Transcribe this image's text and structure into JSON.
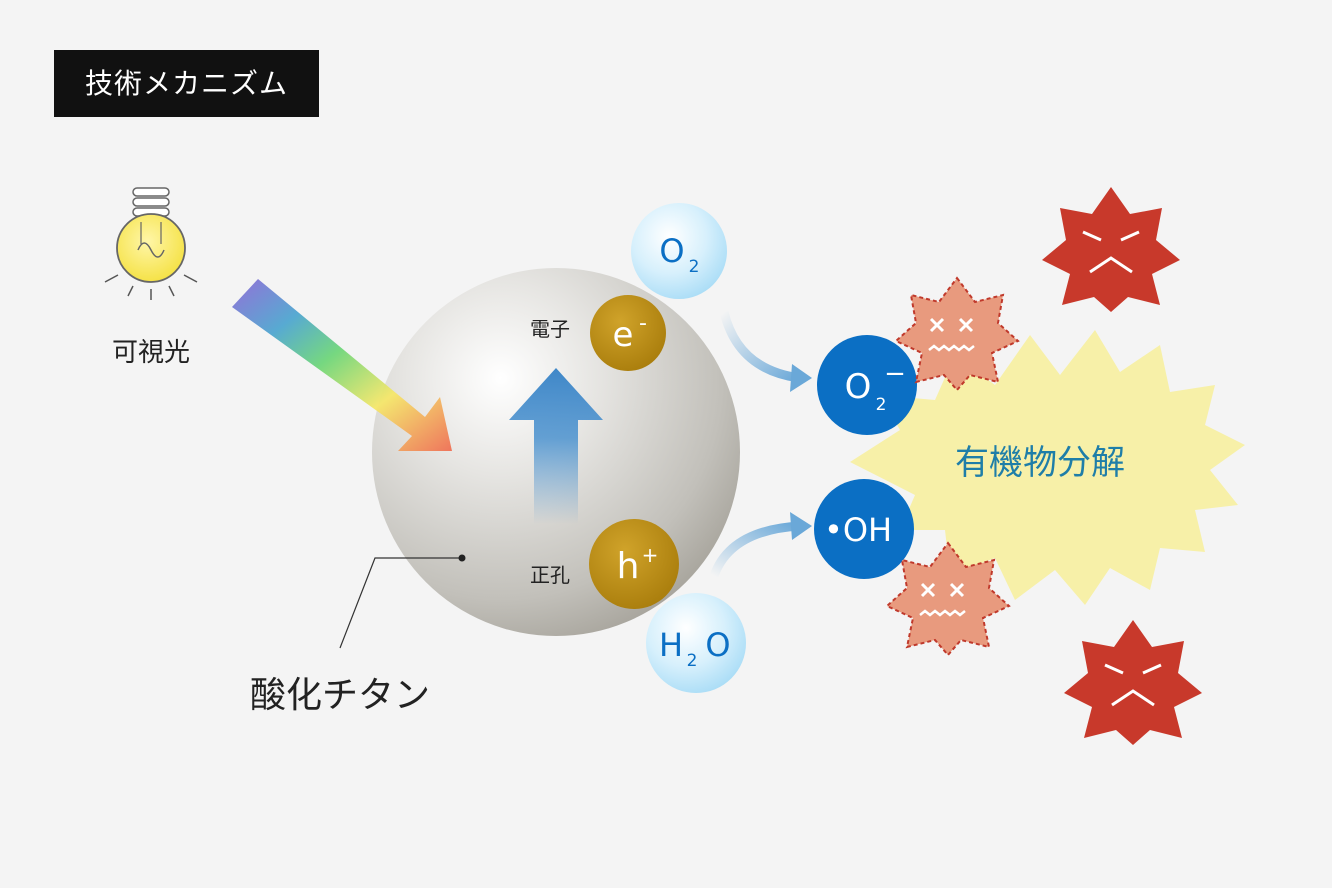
{
  "title": "技術メカニズム",
  "light_label": "可視光",
  "tio2_label": "酸化チタン",
  "electron_label": "電子",
  "hole_label": "正孔",
  "electron_symbol": "e",
  "electron_sup": "-",
  "hole_symbol": "h",
  "hole_sup": "+",
  "o2": {
    "base": "O",
    "sub": "2"
  },
  "superoxide": {
    "base": "O",
    "sub": "2",
    "sup": "−"
  },
  "h2o": {
    "h": "H",
    "sub": "2",
    "o": "O"
  },
  "hydroxyl": "•OH",
  "decomposition_label": "有機物分解",
  "colors": {
    "background": "#f4f4f4",
    "title_bg": "#111111",
    "radical_blue": "#0b6fc4",
    "molecule_light_blue": "#bfe6fb",
    "carrier_gold": "#b88a12",
    "starburst_yellow": "#f7f0a8",
    "organic_red": "#c8392b",
    "organic_salmon": "#e89a7e",
    "text_teal": "#1f7ea8"
  },
  "icons": [
    "light-bulb-icon",
    "spectrum-arrow-icon",
    "angry-organic-icon",
    "dizzy-organic-icon"
  ]
}
